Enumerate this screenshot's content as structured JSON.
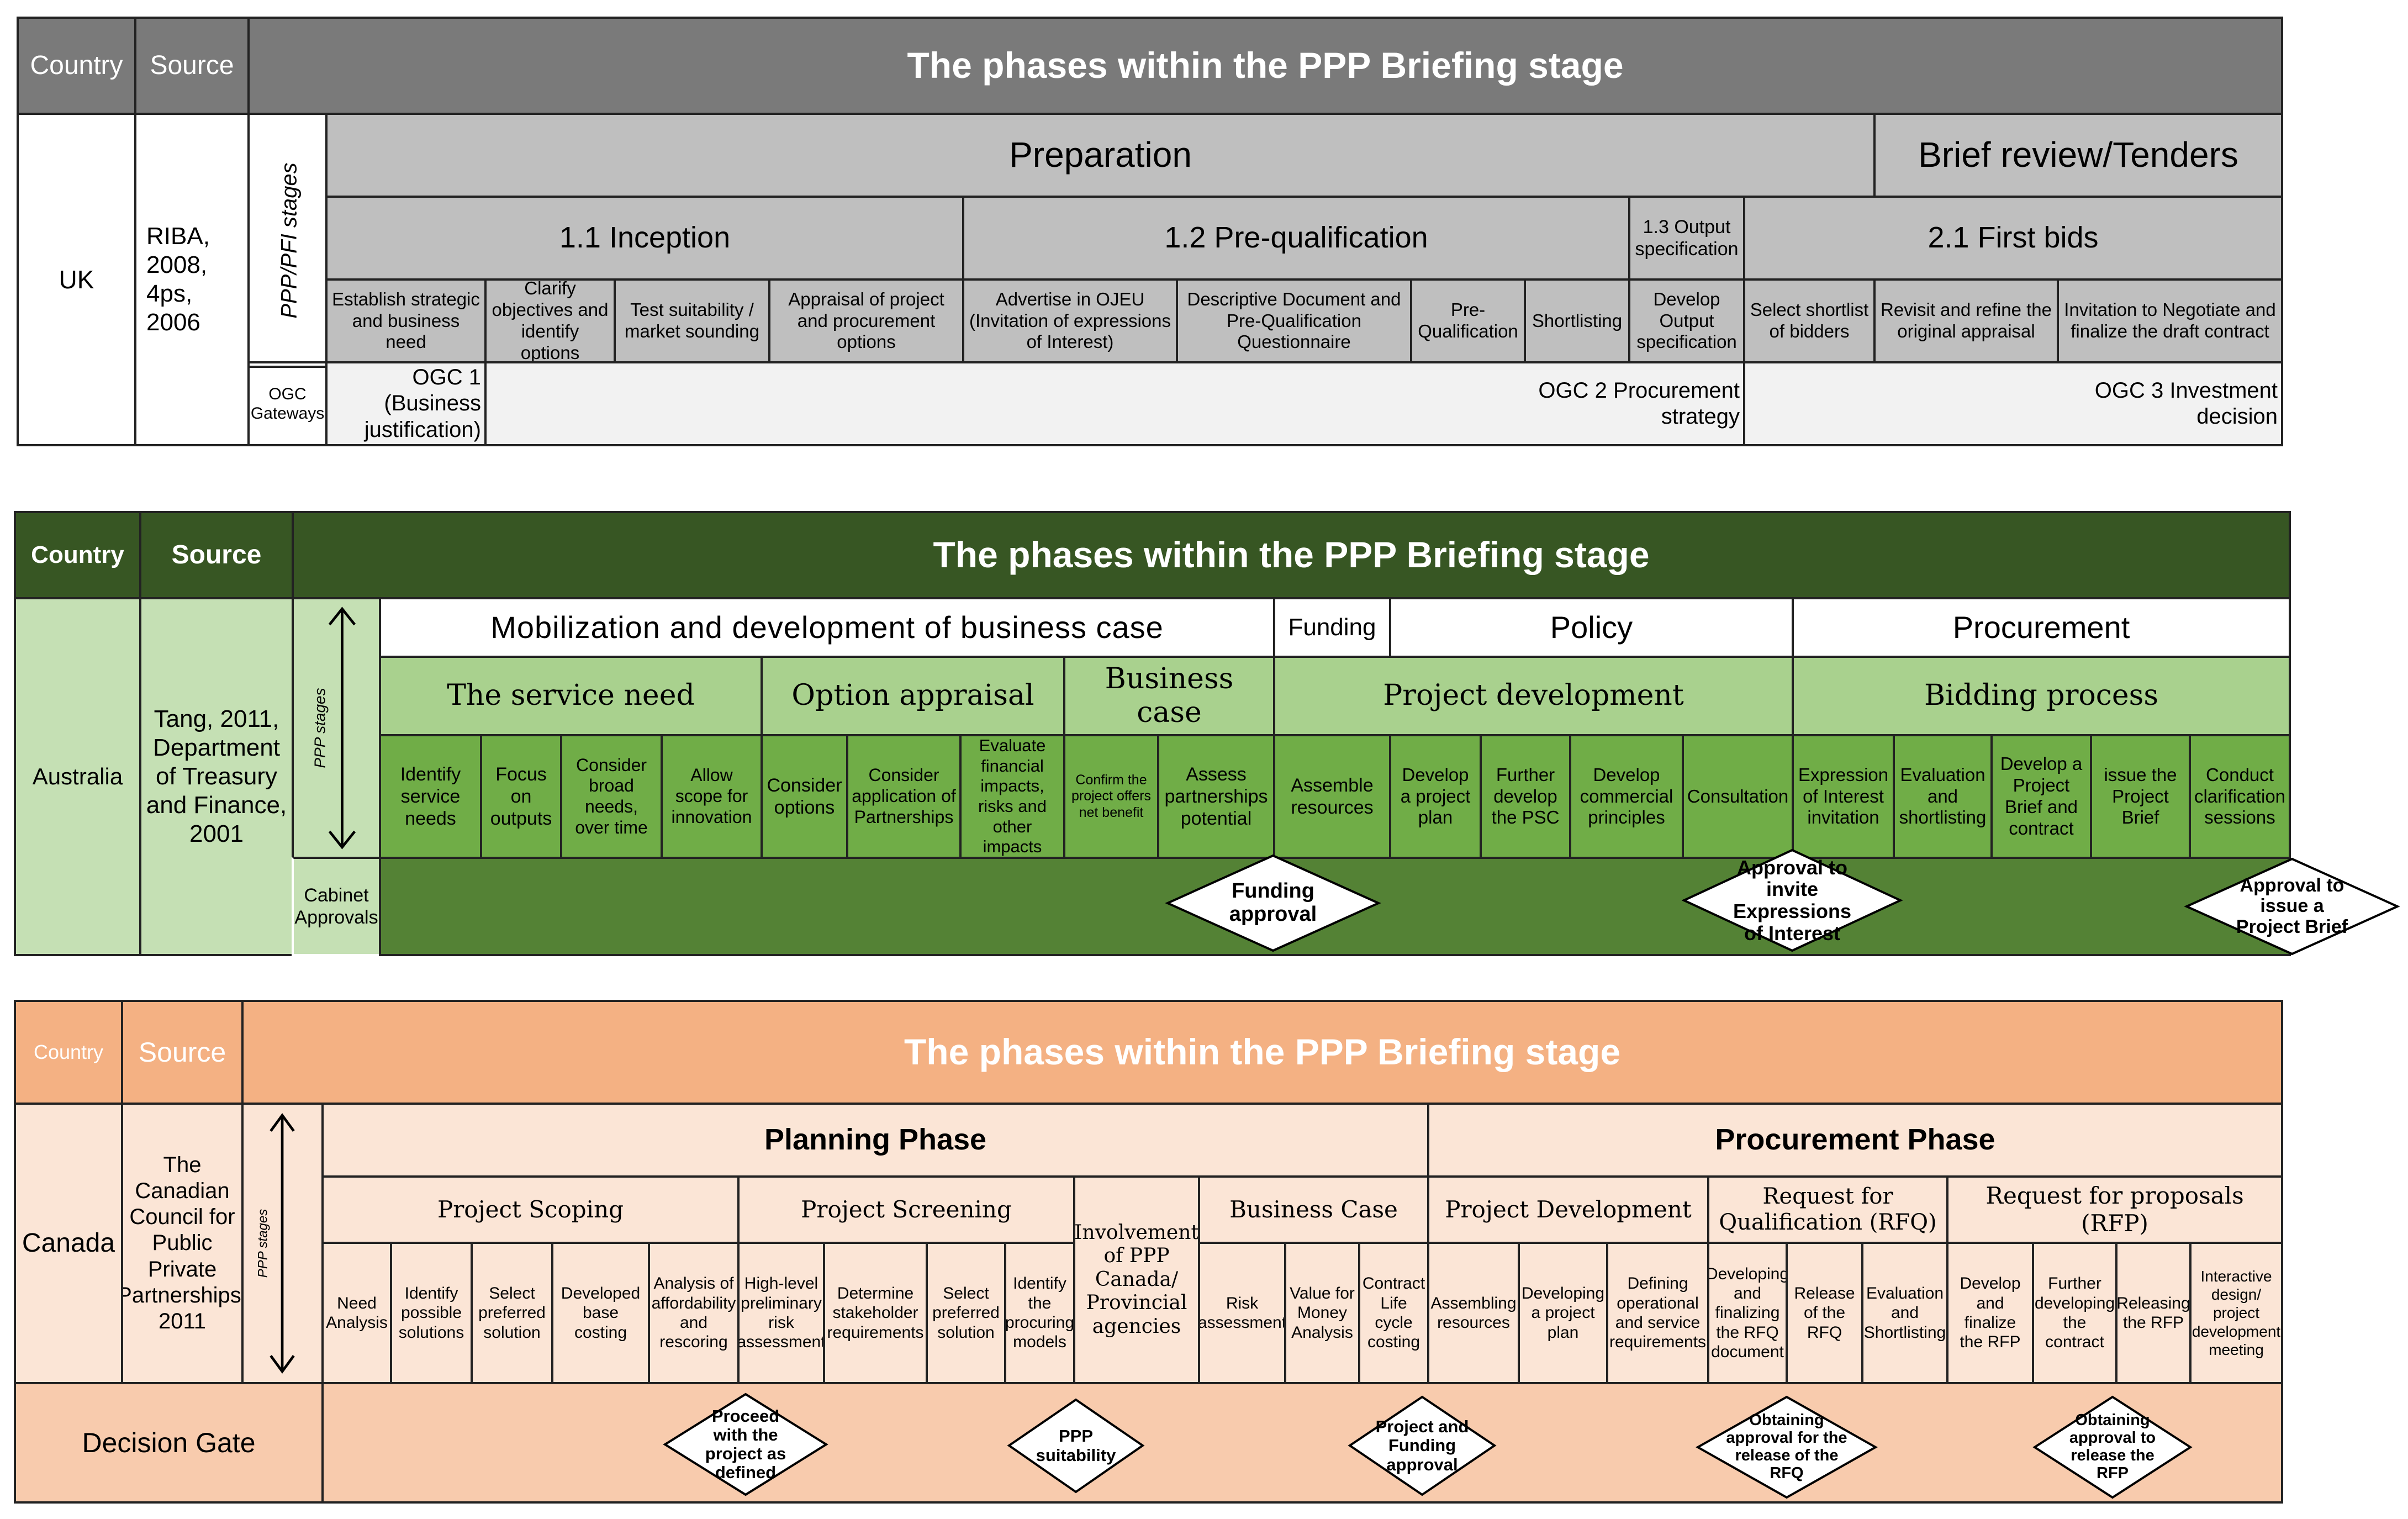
{
  "uk": {
    "country_header": "Country",
    "source_header": "Source",
    "title": "The phases within the PPP Briefing stage",
    "country": "UK",
    "source": "RIBA, 2008, 4ps, 2006",
    "stages_label": "PPP/PFI stages",
    "gateways_label": "OGC Gateways",
    "phases": [
      "Preparation",
      "Brief review/Tenders"
    ],
    "subphases": [
      "1.1 Inception",
      "1.2 Pre-qualification",
      "1.3 Output specification",
      "2.1 First bids"
    ],
    "tasks": [
      "Establish strategic and business need",
      "Clarify objectives and identify options",
      "Test suitability / market sounding",
      "Appraisal of project and procurement options",
      "Advertise in OJEU (Invitation of expressions of Interest)",
      "Descriptive Document and Pre-Qualification Questionnaire",
      "Pre-Qualification",
      "Shortlisting",
      "Develop Output specification",
      "Select shortlist of bidders",
      "Revisit and refine the original appraisal",
      "Invitation to Negotiate and finalize the draft contract"
    ],
    "gateways": [
      "OGC 1 (Business justification)",
      "OGC 2 Procurement strategy",
      "OGC 3 Investment decision"
    ]
  },
  "aus": {
    "country_header": "Country",
    "source_header": "Source",
    "title": "The phases within the PPP Briefing stage",
    "country": "Australia",
    "source": "Tang, 2011, Department of Treasury and Finance, 2001",
    "stages_label": "PPP stages",
    "approvals_label": "Cabinet Approvals",
    "phases": [
      "Mobilization and development of business case",
      "Funding",
      "Policy",
      "Procurement"
    ],
    "subphases": [
      "The service need",
      "Option appraisal",
      "Business case",
      "Project development",
      "Bidding process"
    ],
    "tasks": [
      "Identify service needs",
      "Focus on outputs",
      "Consider broad needs, over time",
      "Allow scope for innovation",
      "Consider options",
      "Consider application of Partnerships",
      "Evaluate financial impacts, risks and other impacts",
      "Confirm the project offers net benefit",
      "Assess partnerships potential",
      "Assemble resources",
      "Develop a project plan",
      "Further develop the PSC",
      "Develop commercial principles",
      "Consultation",
      "Expression of Interest invitation",
      "Evaluation and shortlisting",
      "Develop a Project Brief and contract",
      "issue the Project Brief",
      "Conduct clarification sessions"
    ],
    "approvals": [
      "Funding approval",
      "Approval to invite Expressions of Interest",
      "Approval to issue a Project Brief"
    ]
  },
  "can": {
    "country_header": "Country",
    "source_header": "Source",
    "title": "The phases within the PPP Briefing stage",
    "country": "Canada",
    "source": "The Canadian Council for Public Private Partnerships, 2011",
    "stages_label": "PPP stages",
    "gate_label": "Decision Gate",
    "phases": [
      "Planning Phase",
      "Procurement Phase"
    ],
    "subphases": [
      "Project Scoping",
      "Project Screening",
      "Involvement of PPP Canada/ Provincial agencies",
      "Business Case",
      "Project Development",
      "Request for Qualification (RFQ)",
      "Request for proposals (RFP)"
    ],
    "tasks": [
      "Need Analysis",
      "Identify possible solutions",
      "Select preferred solution",
      "Developed base costing",
      "Analysis of affordability and rescoring",
      "High-level preliminary risk assessment",
      "Determine stakeholder requirements",
      "Select preferred solution",
      "Identify the procuring models",
      "Risk assessment",
      "Value for Money Analysis",
      "Contract Life cycle costing",
      "Assembling resources",
      "Developing a project plan",
      "Defining operational and service requirements",
      "Developing and finalizing the RFQ document",
      "Release of the RFQ",
      "Evaluation and Shortlisting",
      "Develop and finalize the RFP",
      "Further developing the contract",
      "Releasing the RFP",
      "Interactive design/ project development meeting"
    ],
    "gates": [
      "Proceed with the project as defined",
      "PPP suitability",
      "Project and Funding approval",
      "Obtaining approval for the release of the RFQ",
      "Obtaining approval to release the RFP"
    ]
  }
}
